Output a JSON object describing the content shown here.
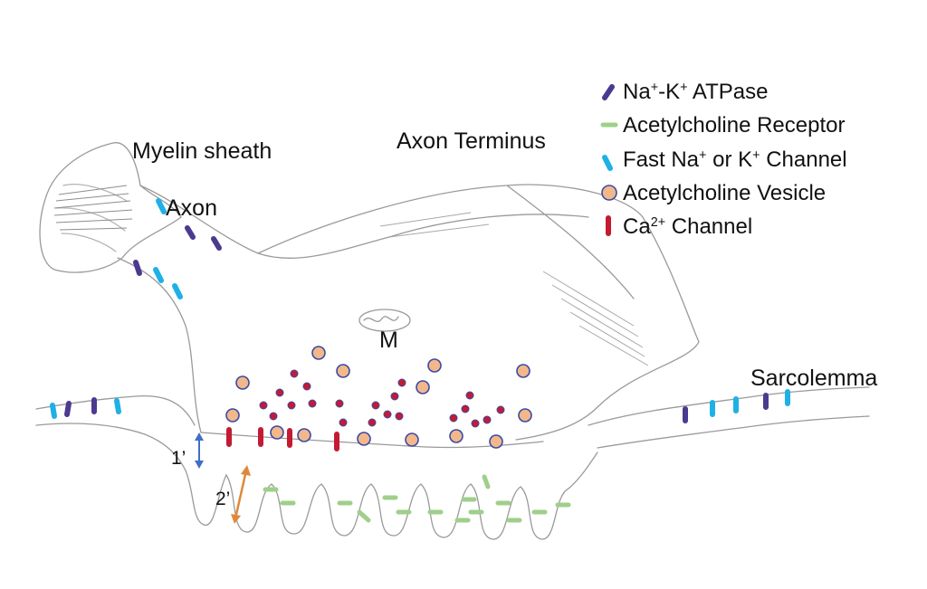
{
  "labels": {
    "myelin": "Myelin sheath",
    "axon": "Axon",
    "terminus": "Axon Terminus",
    "sarcolemma": "Sarcolemma",
    "mito": "M",
    "gap1": "1’",
    "gap2": "2’"
  },
  "legend": [
    {
      "name": "na-k-atpase",
      "icon": "purple-bar",
      "color": "#4b3a8f"
    },
    {
      "name": "ach-receptor",
      "icon": "green-dash",
      "color": "#9fcf8a",
      "label": "Acetylcholine Receptor"
    },
    {
      "name": "fast-channel",
      "icon": "cyan-bar",
      "color": "#1fb0e6"
    },
    {
      "name": "ach-vesicle",
      "icon": "orange-circle",
      "color": "#f2b88a",
      "stroke": "#3a4aa8",
      "label": "Acetylcholine Vesicle"
    },
    {
      "name": "ca-channel",
      "icon": "red-bar",
      "color": "#c41a32"
    }
  ],
  "legend_text": {
    "na": "Na",
    "k": "K",
    "plus": "+",
    "atpase": " ATPase",
    "dash": "-",
    "fast_pre": "Fast Na",
    "or_k": " or K",
    "channel": " Channel",
    "ca": "Ca",
    "two_plus": "2+"
  },
  "colors": {
    "sketch": "#9a9a9a",
    "arrow1": "#3f6fc6",
    "arrow2": "#e0883a",
    "dot": "#c41a32"
  }
}
